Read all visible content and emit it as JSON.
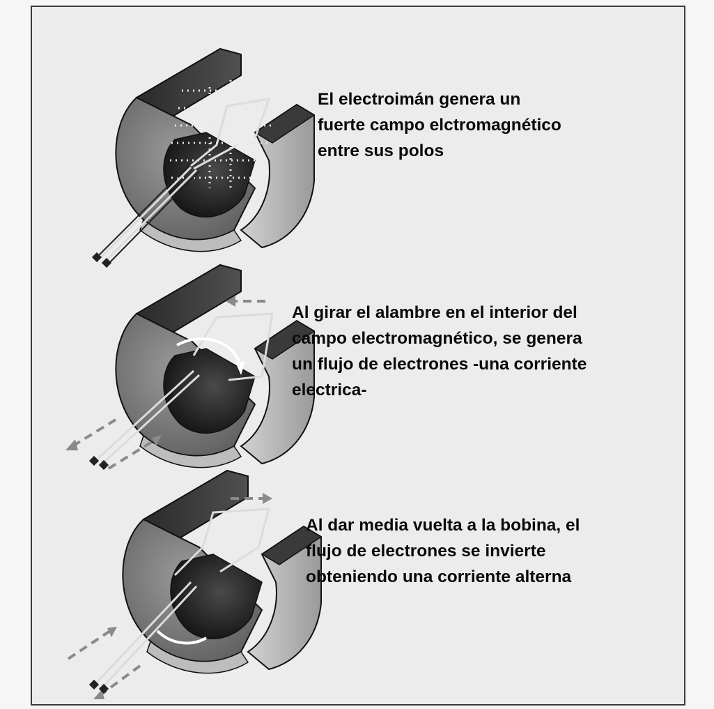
{
  "panels": [
    {
      "caption_lines": [
        "El electroimán genera un",
        "fuerte campo elctromagnético",
        "entre sus polos"
      ]
    },
    {
      "caption_lines": [
        "Al girar el alambre en el interior del",
        "campo electromagnético, se genera",
        "un flujo de electrones -una corriente",
        "electrica-"
      ]
    },
    {
      "caption_lines": [
        "Al dar media vuelta a la bobina, el",
        "flujo de electrones se invierte",
        "obteniendo una corriente alterna"
      ]
    }
  ]
}
